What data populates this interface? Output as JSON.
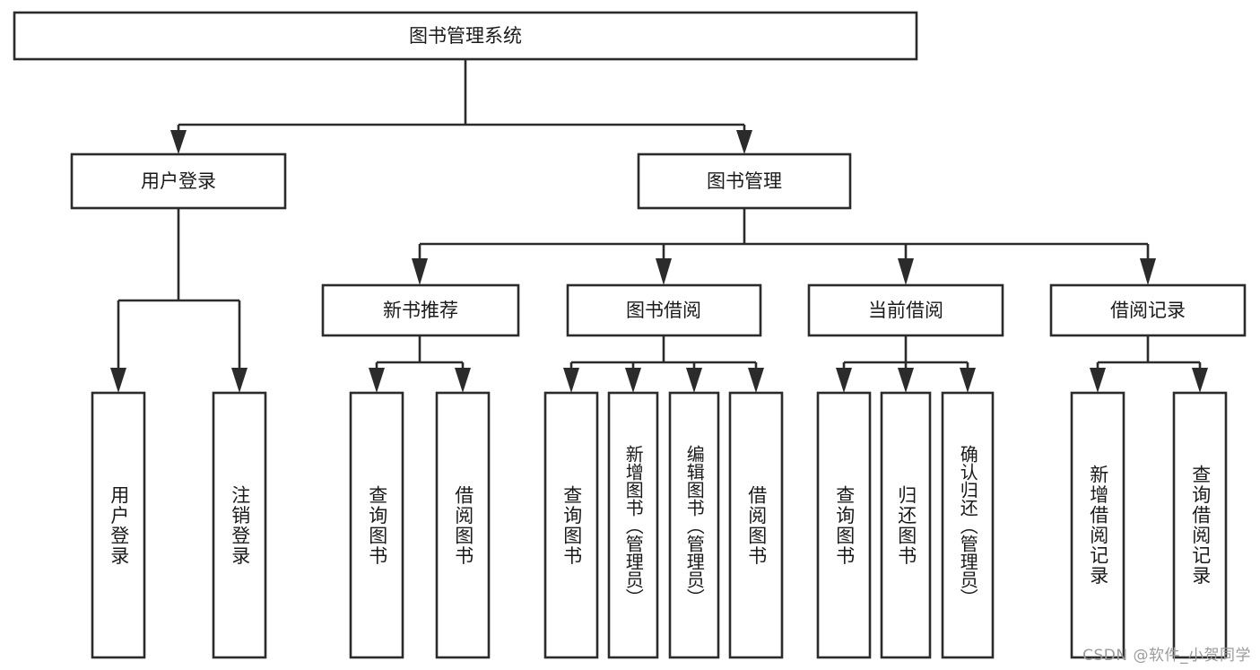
{
  "diagram": {
    "title": "图书管理系统",
    "type": "hierarchy-tree",
    "watermark": "CSDN @软件_小贺同学",
    "colors": {
      "stroke": "#2b2b2b",
      "fill": "#ffffff",
      "text": "#1a1a1a",
      "watermark": "#9b9b9b"
    },
    "levels": {
      "level1": {
        "label": "图书管理系统"
      },
      "level2": [
        {
          "label": "用户登录"
        },
        {
          "label": "图书管理"
        }
      ],
      "level3": [
        {
          "label": "新书推荐"
        },
        {
          "label": "图书借阅"
        },
        {
          "label": "当前借阅"
        },
        {
          "label": "借阅记录"
        }
      ],
      "level4": [
        {
          "label": "用户登录",
          "parent": "用户登录"
        },
        {
          "label": "注销登录",
          "parent": "用户登录"
        },
        {
          "label": "查询图书",
          "parent": "新书推荐"
        },
        {
          "label": "借阅图书",
          "parent": "新书推荐"
        },
        {
          "label": "查询图书",
          "parent": "图书借阅"
        },
        {
          "label": "新增图书（管理员）",
          "parent": "图书借阅"
        },
        {
          "label": "编辑图书（管理员）",
          "parent": "图书借阅"
        },
        {
          "label": "借阅图书",
          "parent": "图书借阅"
        },
        {
          "label": "查询图书",
          "parent": "当前借阅"
        },
        {
          "label": "归还图书",
          "parent": "当前借阅"
        },
        {
          "label": "确认归还（管理员）",
          "parent": "当前借阅"
        },
        {
          "label": "新增借阅记录",
          "parent": "借阅记录"
        },
        {
          "label": "查询借阅记录",
          "parent": "借阅记录"
        }
      ]
    }
  }
}
